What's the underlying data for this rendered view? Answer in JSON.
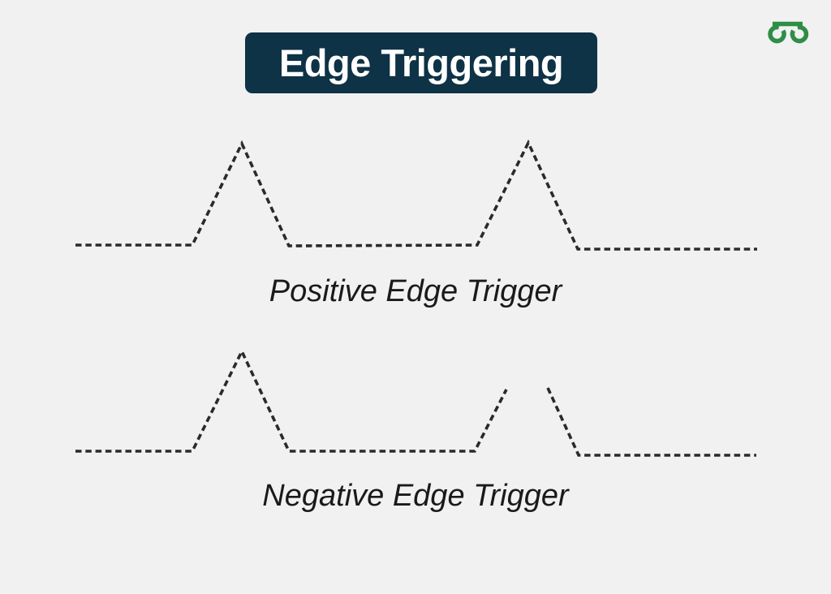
{
  "page": {
    "background": "#f1f1f2"
  },
  "header": {
    "title": "Edge Triggering",
    "title_bg": "#0e3246",
    "title_color": "#ffffff"
  },
  "logo": {
    "name": "geeksforgeeks-logo",
    "color": "#2f8d46"
  },
  "diagrams": [
    {
      "label": "Positive Edge Trigger",
      "stroke": "#2a2a2a",
      "stroke_width": 3.6,
      "dash": "7.5 4.8",
      "segments": [
        [
          [
            93,
            302
          ],
          [
            237,
            302
          ],
          [
            298,
            177
          ],
          [
            356,
            303
          ],
          [
            588,
            302
          ],
          [
            651,
            176
          ],
          [
            712,
            307
          ],
          [
            933,
            307
          ]
        ]
      ]
    },
    {
      "label": "Negative Edge Trigger",
      "stroke": "#2a2a2a",
      "stroke_width": 3.6,
      "dash": "7.5 4.8",
      "segments": [
        [
          [
            93,
            556
          ],
          [
            237,
            556
          ],
          [
            298,
            433
          ],
          [
            356,
            556
          ],
          [
            585,
            556
          ],
          [
            624,
            480
          ]
        ],
        [
          [
            675,
            478
          ],
          [
            713,
            561
          ],
          [
            932,
            561
          ]
        ]
      ]
    }
  ]
}
